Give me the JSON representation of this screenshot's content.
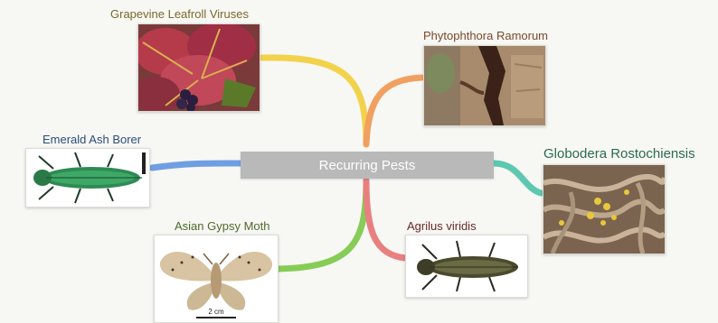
{
  "center": {
    "label": "Recurring Pests"
  },
  "branches": [
    {
      "id": "grapevine",
      "label": "Grapevine Leafroll Viruses",
      "label_color": "#7a6a2a",
      "branch_color": "#f2d24a",
      "icon": "grape-leaves-image"
    },
    {
      "id": "phytophthora",
      "label": "Phytophthora Ramorum",
      "label_color": "#7a4a2a",
      "branch_color": "#f0a060",
      "icon": "tree-bark-image"
    },
    {
      "id": "emerald",
      "label": "Emerald Ash Borer",
      "label_color": "#2a4e7a",
      "branch_color": "#6f9ee2",
      "icon": "beetle-image"
    },
    {
      "id": "globodera",
      "label": "Globodera Rostochiensis",
      "label_color": "#2a6a52",
      "branch_color": "#5cc8b0",
      "icon": "nematode-image"
    },
    {
      "id": "gypsy",
      "label": "Asian Gypsy Moth",
      "label_color": "#4f6a2a",
      "branch_color": "#86cc56",
      "icon": "moth-image",
      "scale_label": "2 cm"
    },
    {
      "id": "agrilus",
      "label": "Agrilus viridis",
      "label_color": "#6a2a2a",
      "branch_color": "#e88080",
      "icon": "beetle-image"
    }
  ]
}
